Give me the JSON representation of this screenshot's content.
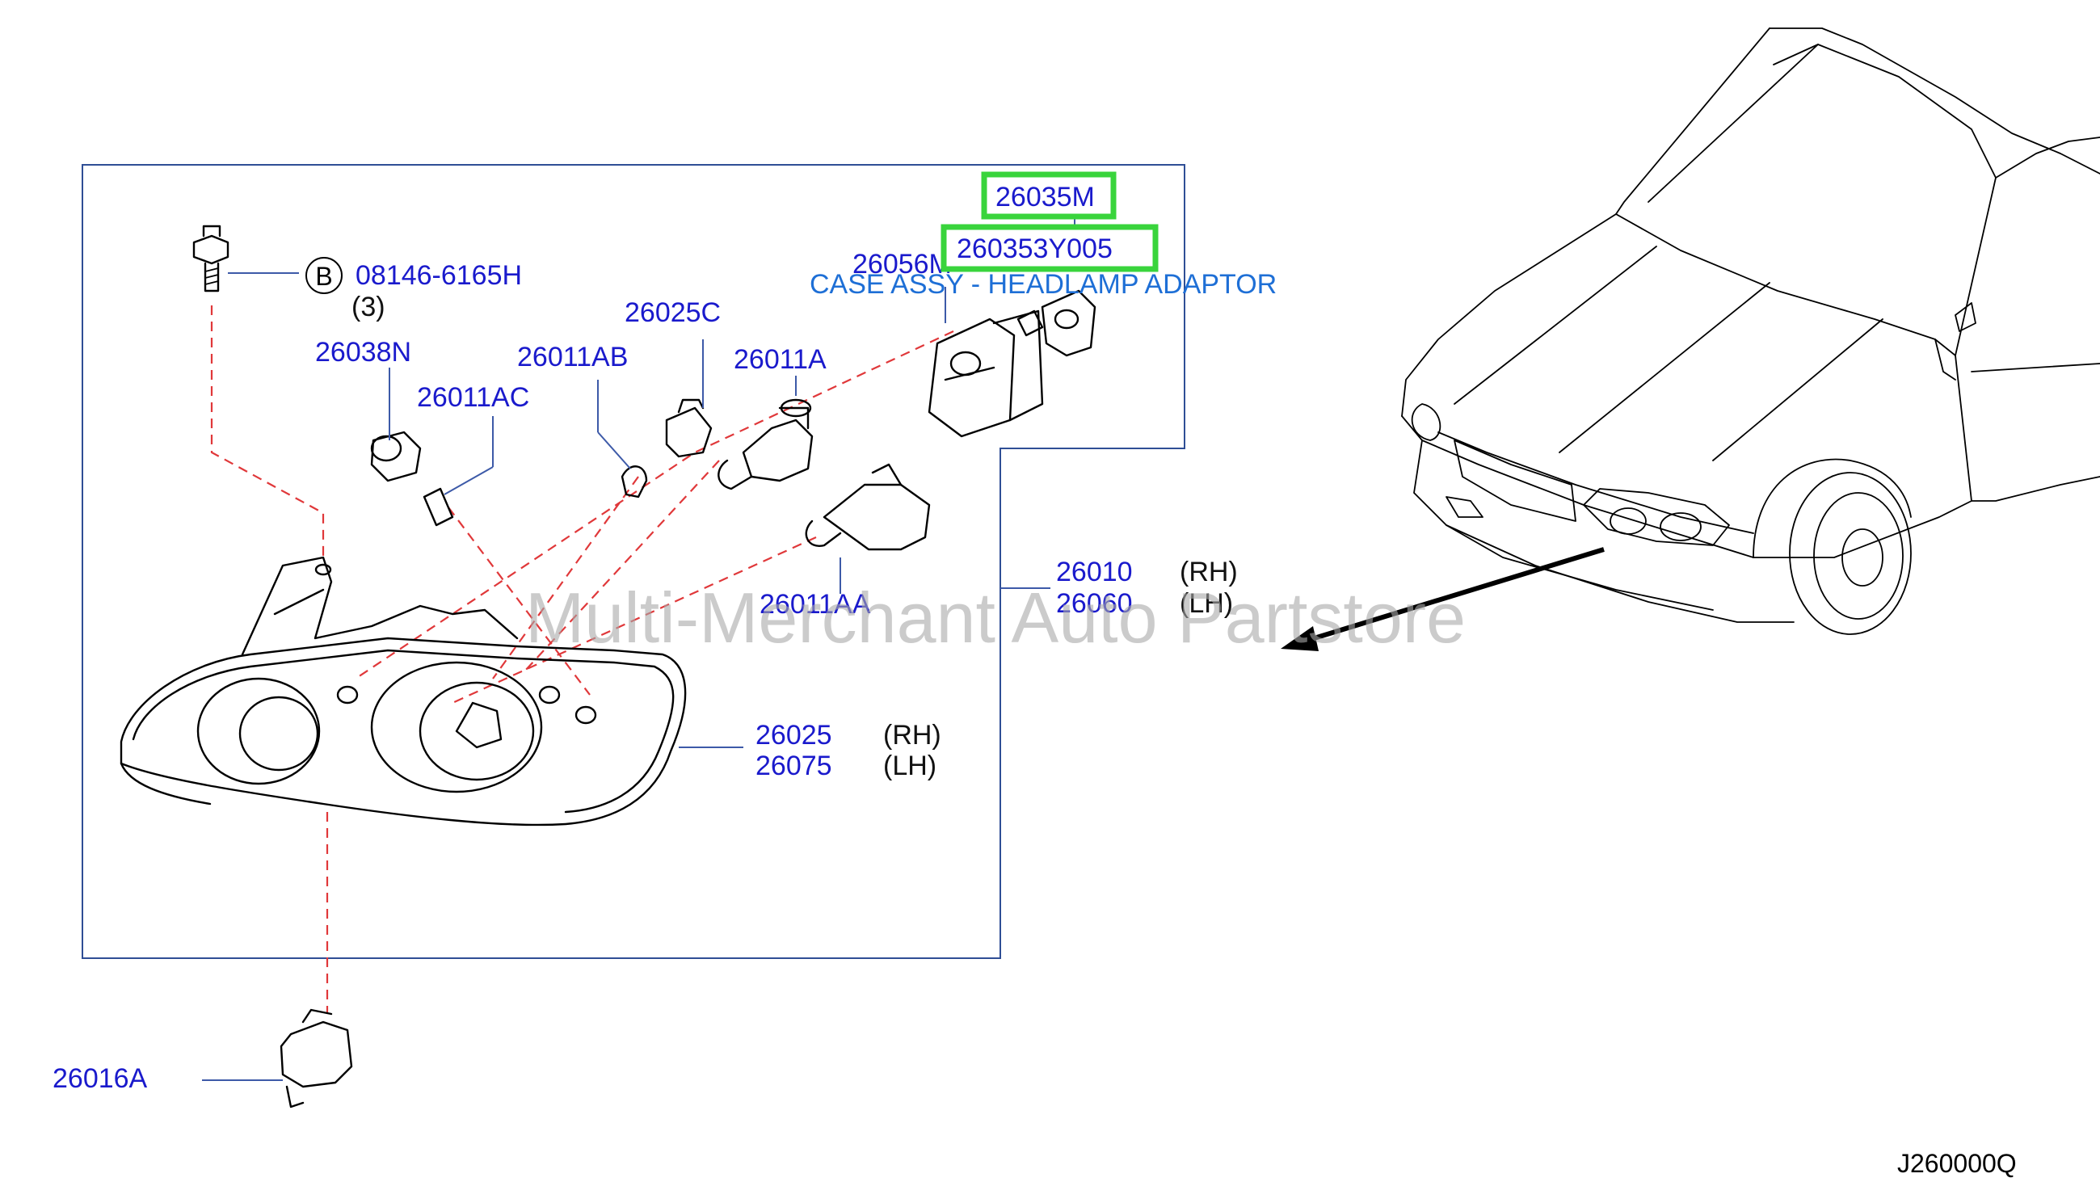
{
  "diagram": {
    "watermark": "Multi-Merchant Auto Partstore",
    "footer_code": "J260000Q",
    "callout": {
      "part_a": "26035M",
      "part_b": "260353Y005",
      "description": "CASE ASSY - HEADLAMP ADAPTOR"
    },
    "bolt": {
      "circle_letter": "B",
      "part_number": "08146-6165H",
      "quantity": "(3)"
    },
    "labels": {
      "p26038N": "26038N",
      "p26011AB": "26011AB",
      "p26025C": "26025C",
      "p26011A": "26011A",
      "p26011AC": "26011AC",
      "p26056M": "26056M",
      "p26011AA": "26011AA",
      "p26010": "26010",
      "p26060": "26060",
      "p26025": "26025",
      "p26075": "26075",
      "p26016A": "26016A",
      "rh": "(RH)",
      "lh": "(LH)"
    }
  }
}
